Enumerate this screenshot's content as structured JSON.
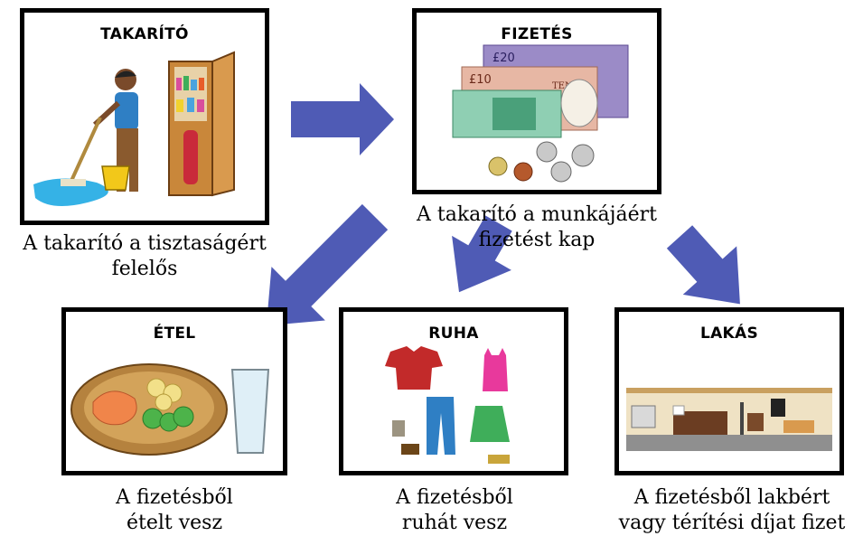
{
  "cards": {
    "cleaner": {
      "title": "TAKARÍTÓ",
      "caption_line1": "A takarító a tisztaságért",
      "caption_line2": "felelős"
    },
    "payment": {
      "title": "FIZETÉS",
      "caption_line1": "A takarító a munkájáért",
      "caption_line2": "fizetést kap",
      "note1": "£20",
      "note2": "£10",
      "note3": "TEN"
    },
    "food": {
      "title": "ÉTEL",
      "caption_line1": "A fizetésből",
      "caption_line2": "ételt vesz"
    },
    "clothes": {
      "title": "RUHA",
      "caption_line1": "A fizetésből",
      "caption_line2": "ruhát vesz"
    },
    "housing": {
      "title": "LAKÁS",
      "caption_line1": "A fizetésből lakbért",
      "caption_line2": "vagy térítési díjat fizet"
    }
  },
  "colors": {
    "arrow": "#4f5bb5",
    "border": "#000000"
  }
}
